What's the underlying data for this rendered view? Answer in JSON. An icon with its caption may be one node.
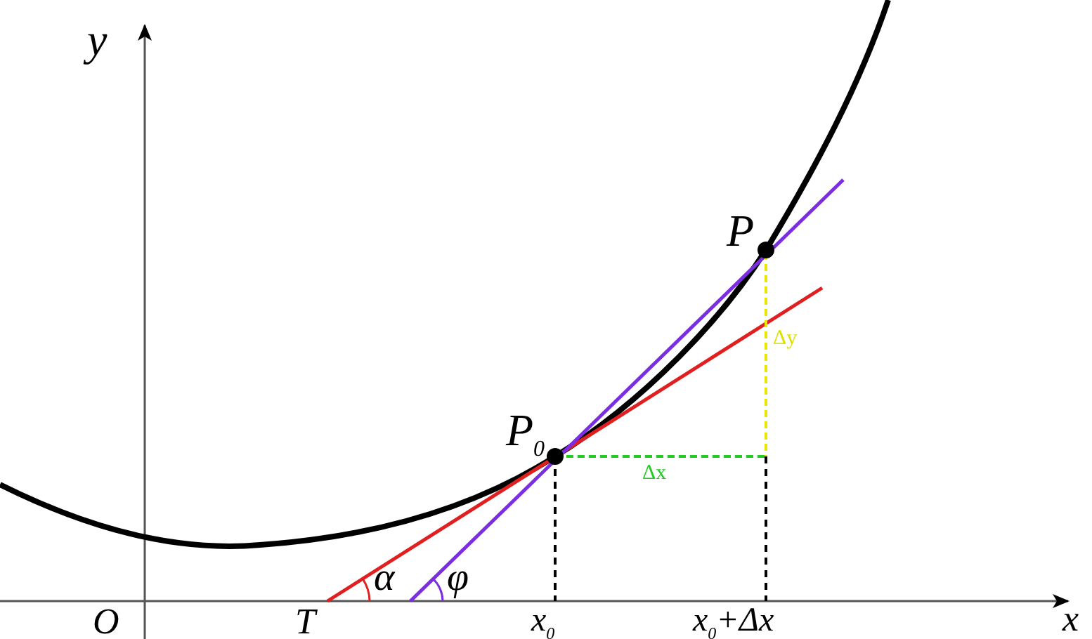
{
  "diagram": {
    "labels": [
      "y",
      "P",
      "Δy",
      "P$_{0}$",
      "Δx",
      "α",
      "φ",
      "O",
      "T",
      "x$_{0}$",
      "x$_{0}$+Δx",
      "x"
    ]
  }
}
